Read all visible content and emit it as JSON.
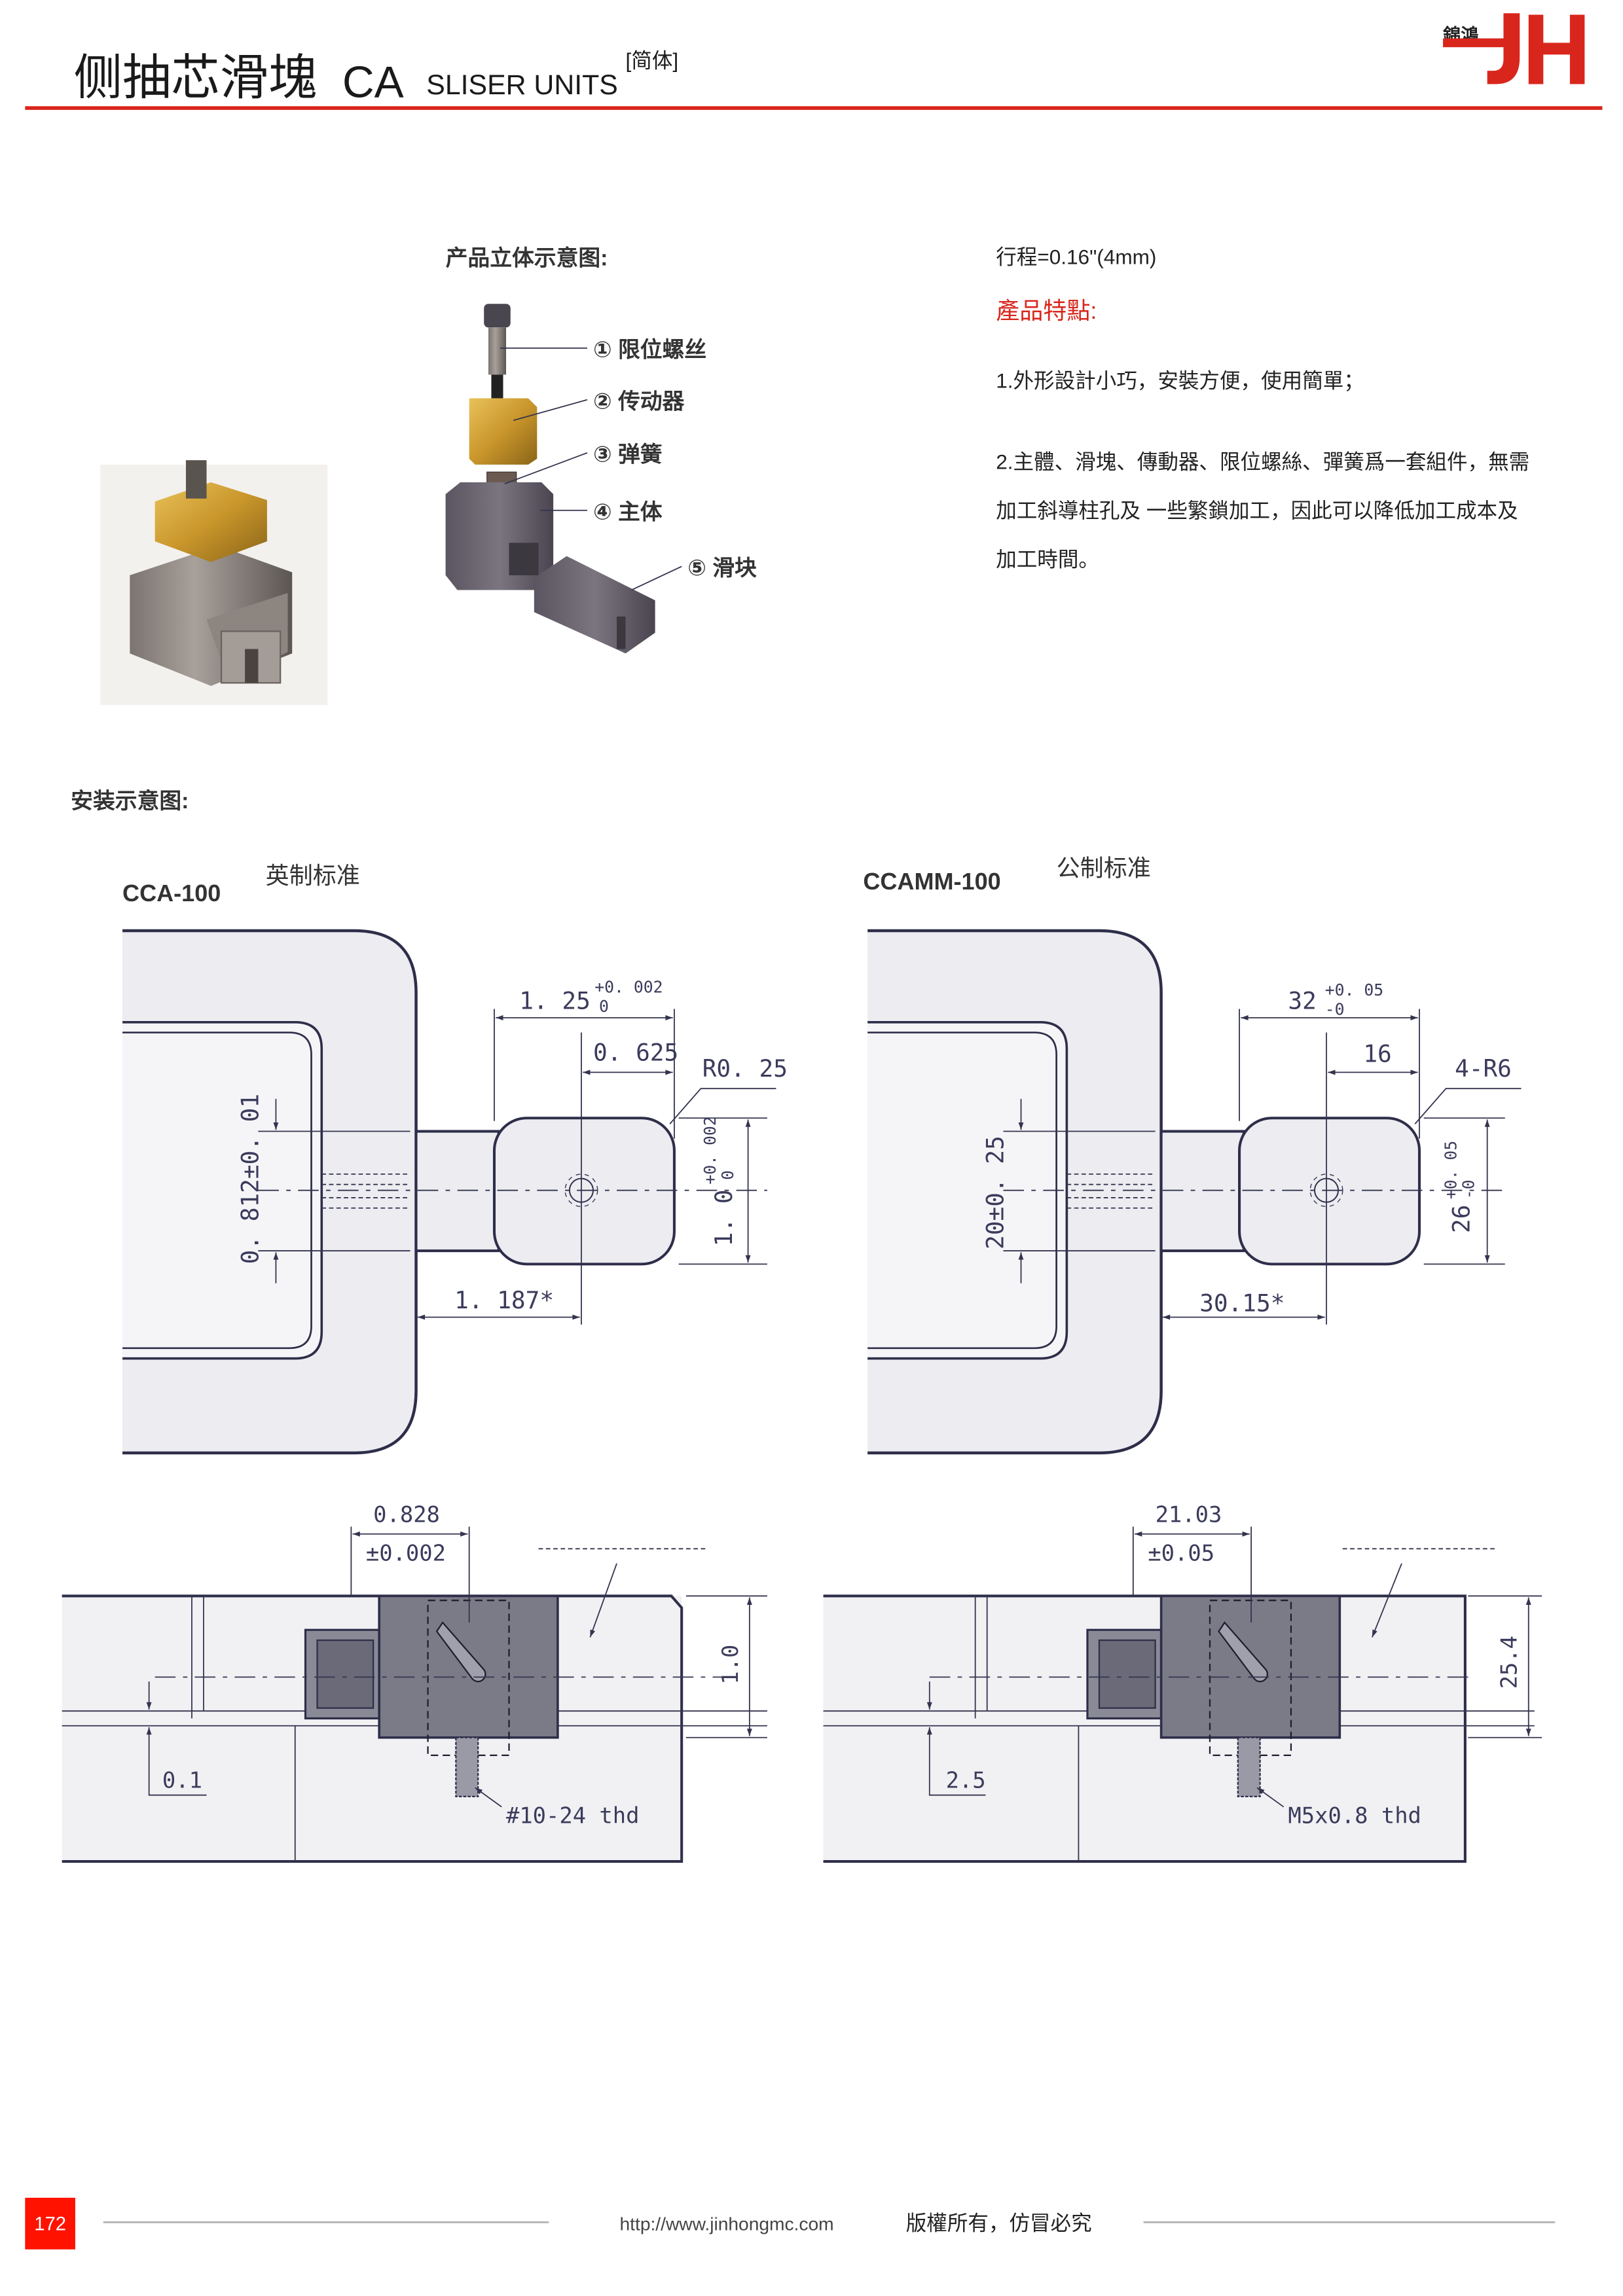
{
  "header": {
    "title_cn": "侧抽芯滑塊",
    "title_code": "CA",
    "title_en": "SLISER UNITS",
    "variant": "[简体]",
    "logo_text": "錦鴻",
    "logo_mark": "JH"
  },
  "colors": {
    "accent": "#d9261c",
    "drawing_line": "#2e2e4a",
    "drawing_fill": "#ececf1"
  },
  "product_3d": {
    "heading": "产品立体示意图:",
    "parts": [
      "① 限位螺丝",
      "② 传动器",
      "③ 弹簧",
      "④ 主体",
      "⑤ 滑块"
    ]
  },
  "features": {
    "stroke": "行程=0.16\"(4mm)",
    "heading": "產品特點:",
    "item1": "1.外形設計小巧，安裝方便，使用簡單；",
    "item2_lines": [
      "2.主體、滑塊、傳動器、限位螺絲、彈簧爲一套組件，無需",
      "加工斜導柱孔及 一些繁鎖加工，因此可以降低加工成本及",
      "加工時間。"
    ]
  },
  "install": {
    "heading": "安装示意图:",
    "imperial": {
      "model": "CCA-100",
      "standard": "英制标准",
      "width_main": "1. 25",
      "width_tol_upper": "+0. 002",
      "width_tol_lower": "0",
      "half_width": "0. 625",
      "radius": "R0. 25",
      "height_main": "1. 0",
      "height_tol_upper": "+0. 002",
      "height_tol_lower": "0",
      "stem": "0. 812±0. 01",
      "offset": "1. 187*",
      "side_pos": "0.828",
      "side_tol": "±0.002",
      "side_height": "1.0",
      "gap": "0.1",
      "thread": "#10-24 thd"
    },
    "metric": {
      "model": "CCAMM-100",
      "standard": "公制标准",
      "width_main": "32",
      "width_tol_upper": "+0. 05",
      "width_tol_lower": "-0",
      "half_width": "16",
      "radius": "4-R6",
      "height_main": "26",
      "height_tol_upper": "+0. 05",
      "height_tol_lower": "-0",
      "stem": "20±0. 25",
      "offset": "30.15*",
      "side_pos": "21.03",
      "side_tol": "±0.05",
      "side_height": "25.4",
      "gap": "2.5",
      "thread": "M5x0.8 thd"
    }
  },
  "footer": {
    "page": "172",
    "url": "http://www.jinhongmc.com",
    "copyright": "版權所有，仿冒必究"
  }
}
